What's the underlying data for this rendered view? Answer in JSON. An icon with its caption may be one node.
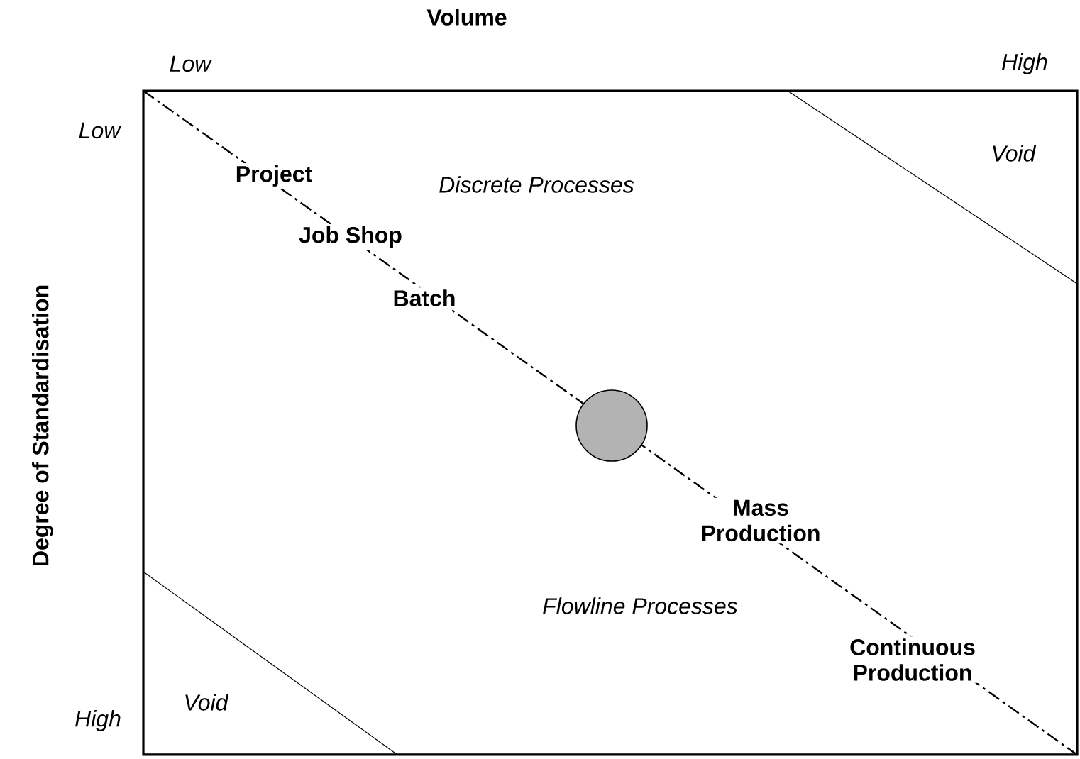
{
  "diagram": {
    "labels": [
      "Volume",
      "Low",
      "High",
      "Low",
      "Void",
      "Project",
      "Discrete Processes",
      "Job Shop",
      "Batch",
      "Degree of Standardisation",
      "Mass Production",
      "Flowline Processes",
      "Continuous Production",
      "High",
      "Void"
    ]
  }
}
